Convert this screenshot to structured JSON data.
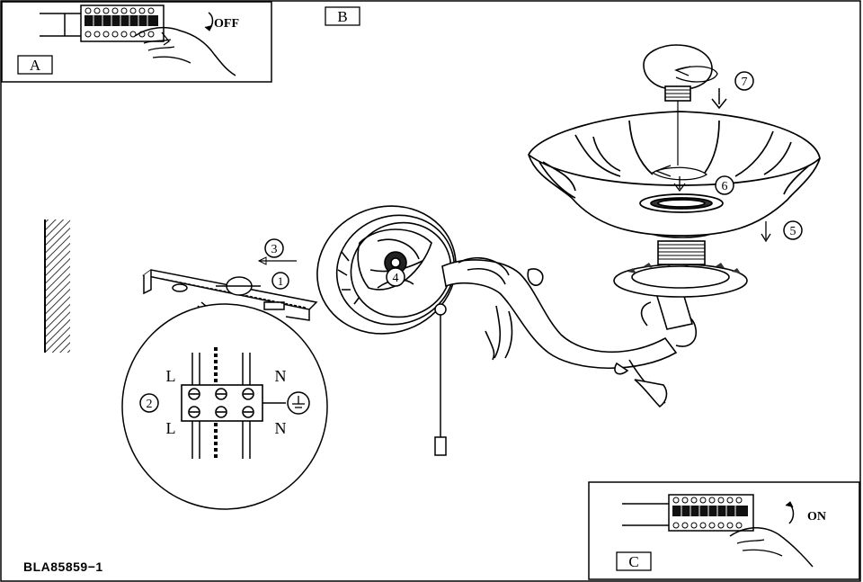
{
  "panels": {
    "a": {
      "letter": "A",
      "switch_label": "OFF"
    },
    "b": {
      "letter": "B"
    },
    "c": {
      "letter": "C",
      "switch_label": "ON"
    }
  },
  "steps": [
    "1",
    "2",
    "3",
    "4",
    "5",
    "6",
    "7"
  ],
  "wiring": {
    "live": "L",
    "neutral": "N"
  },
  "document_code": "BLA85859−1"
}
